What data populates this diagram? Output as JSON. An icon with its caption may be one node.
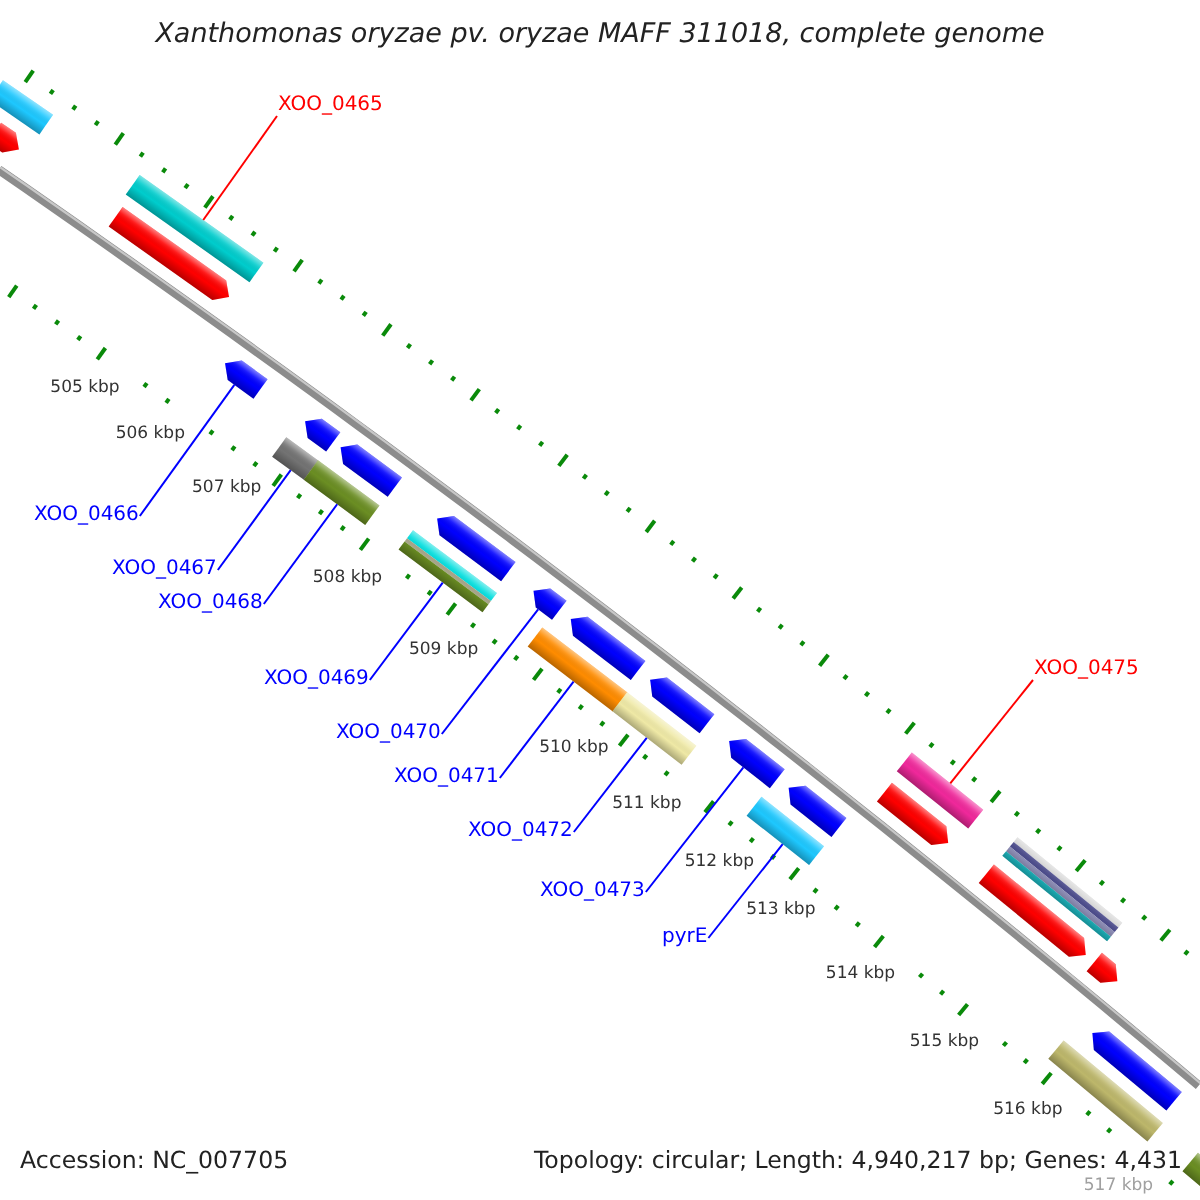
{
  "diagram": {
    "title": "Xanthomonas oryzae pv. oryzae MAFF 311018, complete genome",
    "nodes": [
      {
        "text": [
          "XOO_0465"
        ]
      },
      {
        "text": [],
        "shape": "bar"
      },
      {
        "text": [
          "XOO_0466"
        ]
      },
      {
        "text": [],
        "shape": "arrow"
      },
      {
        "text": [
          "XOO_0467"
        ]
      },
      {
        "text": [],
        "shape": "bar"
      },
      {
        "text": [
          "XOO_0468"
        ]
      },
      {
        "text": [],
        "shape": "bar"
      },
      {
        "text": [
          "XOO_0469"
        ]
      },
      {
        "text": [],
        "shape": "bar"
      },
      {
        "text": [
          "XOO_0470"
        ]
      },
      {
        "text": [],
        "shape": "arrow"
      },
      {
        "text": [
          "XOO_0471"
        ]
      },
      {
        "text": [],
        "shape": "bar"
      },
      {
        "text": [
          "XOO_0472"
        ]
      },
      {
        "text": [],
        "shape": "bar"
      },
      {
        "text": [
          "XOO_0473"
        ]
      },
      {
        "text": [],
        "shape": "arrow"
      },
      {
        "text": [
          "pyrE"
        ]
      },
      {
        "text": [],
        "shape": "bar"
      },
      {
        "text": [
          "XOO_0475"
        ]
      },
      {
        "text": [],
        "shape": "bar"
      },
      {
        "text": [],
        "shape": "bar"
      },
      {
        "text": [],
        "shape": "arrow"
      },
      {
        "text": [],
        "shape": "arrow"
      },
      {
        "text": [],
        "shape": "arrow"
      },
      {
        "text": [],
        "shape": "arrow"
      },
      {
        "text": [],
        "shape": "arrow"
      },
      {
        "text": [],
        "shape": "bar"
      },
      {
        "text": [],
        "shape": "arrow"
      },
      {
        "text": [],
        "shape": "arrow"
      },
      {
        "text": [],
        "shape": "arrow"
      },
      {
        "text": [],
        "shape": "arrow"
      },
      {
        "text": [],
        "shape": "arrow"
      },
      {
        "text": [],
        "shape": "arrow"
      },
      {
        "text": [],
        "shape": "arrow"
      },
      {
        "text": [],
        "shape": "bar"
      },
      {
        "text": [],
        "shape": "bar"
      }
    ],
    "edges": [
      {
        "from": 0,
        "to": 1,
        "arrow": "none",
        "color": "#ff0000"
      },
      {
        "from": 2,
        "to": 3,
        "arrow": "none"
      },
      {
        "from": 4,
        "to": 5,
        "arrow": "none"
      },
      {
        "from": 6,
        "to": 7,
        "arrow": "none"
      },
      {
        "from": 8,
        "to": 9,
        "arrow": "none"
      },
      {
        "from": 10,
        "to": 11,
        "arrow": "none"
      },
      {
        "from": 12,
        "to": 13,
        "arrow": "none"
      },
      {
        "from": 14,
        "to": 15,
        "arrow": "none"
      },
      {
        "from": 16,
        "to": 17,
        "arrow": "none"
      },
      {
        "from": 18,
        "to": 19,
        "arrow": "none"
      },
      {
        "from": 20,
        "to": 21,
        "arrow": "none",
        "color": "#ff0000"
      }
    ],
    "labels": [
      "505 kbp",
      "506 kbp",
      "507 kbp",
      "508 kbp",
      "509 kbp",
      "510 kbp",
      "511 kbp",
      "512 kbp",
      "513 kbp",
      "514 kbp",
      "515 kbp",
      "516 kbp",
      "517 kbp",
      "Accession: NC_007705",
      "Topology: circular; Length: 4,940,217 bp; Genes: 4,431"
    ]
  }
}
